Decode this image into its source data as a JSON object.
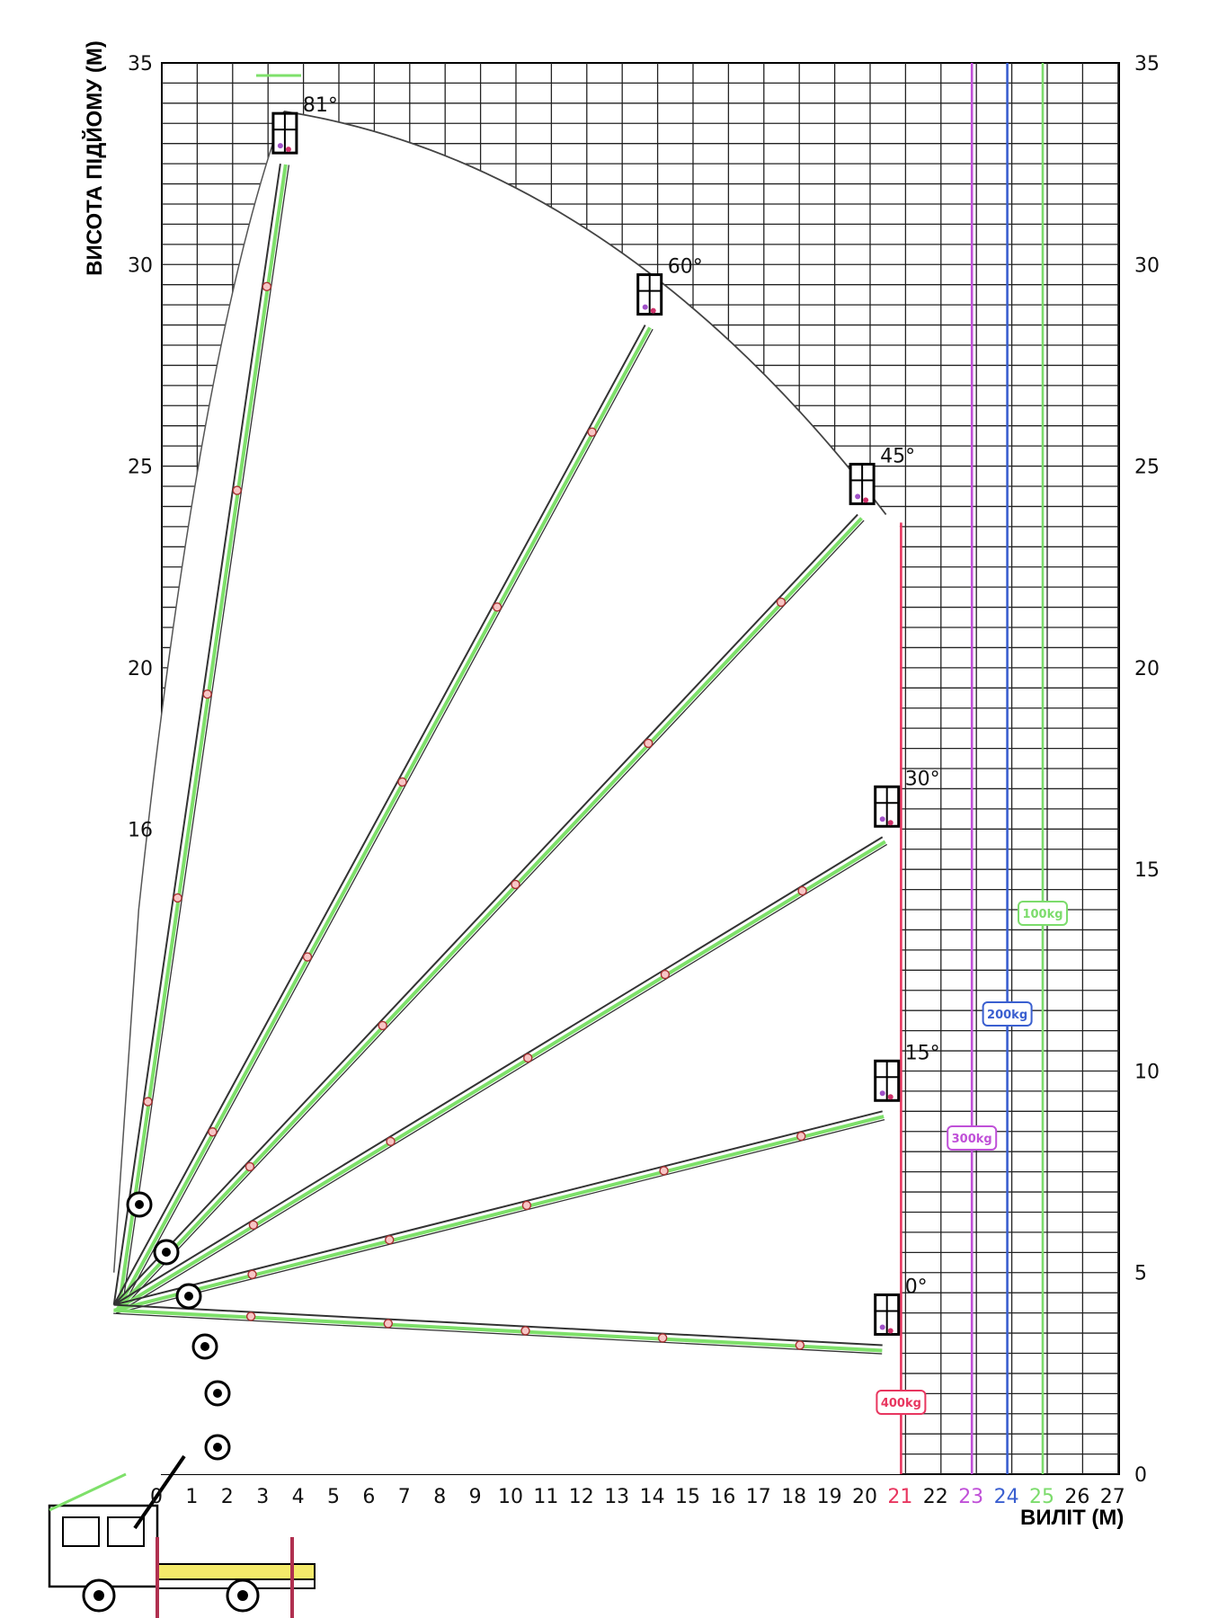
{
  "chart_data": {
    "type": "reach-diagram",
    "ylabel": "ВИСОТА ПІДЙОМУ (М)",
    "xlabel": "ВИЛІТ (М)",
    "left_ticks": [
      "35",
      "30",
      "25",
      "20",
      "16"
    ],
    "left_tick_values": [
      35,
      30,
      25,
      20,
      16
    ],
    "right_ticks": [
      "35",
      "30",
      "25",
      "20",
      "15",
      "10",
      "5",
      "0"
    ],
    "right_tick_values": [
      35,
      30,
      25,
      20,
      15,
      10,
      5,
      0
    ],
    "x_ticks": [
      "0",
      "1",
      "2",
      "3",
      "4",
      "5",
      "6",
      "7",
      "8",
      "9",
      "10",
      "11",
      "12",
      "13",
      "14",
      "15",
      "16",
      "17",
      "18",
      "19",
      "20",
      "21",
      "22",
      "23",
      "24",
      "25",
      "26",
      "27"
    ],
    "x_tick_colors": {
      "21": "#e8365f",
      "23": "#c050d8",
      "24": "#3a5fd0",
      "25": "#7cdc6c"
    },
    "ylim": [
      0,
      35
    ],
    "xlim": [
      0,
      27
    ],
    "booms": [
      {
        "label": "81°",
        "end": [
          3.5,
          32.5
        ]
      },
      {
        "label": "60°",
        "end": [
          13.8,
          28.5
        ]
      },
      {
        "label": "45°",
        "end": [
          19.8,
          23.8
        ]
      },
      {
        "label": "30°",
        "end": [
          20.5,
          15.8
        ]
      },
      {
        "label": "15°",
        "end": [
          20.5,
          9.0
        ]
      },
      {
        "label": "0°",
        "end": [
          20.5,
          3.2
        ]
      }
    ],
    "load_limits": [
      {
        "label": "400kg",
        "x": 21,
        "color": "#e8365f"
      },
      {
        "label": "300kg",
        "x": 23,
        "color": "#c050d8"
      },
      {
        "label": "200kg",
        "x": 24,
        "color": "#3a5fd0"
      },
      {
        "label": "100kg",
        "x": 25,
        "color": "#7cdc6c"
      }
    ],
    "grid": true
  }
}
